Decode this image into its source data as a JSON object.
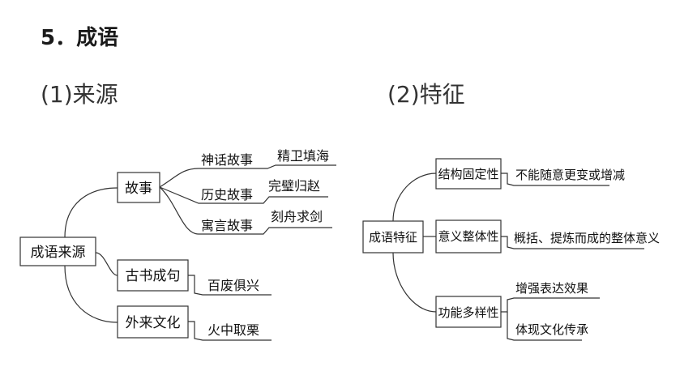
{
  "heading": "5．成语",
  "left": {
    "subtitle": "(1)来源",
    "root": "成语来源",
    "branches": [
      {
        "label": "故事",
        "children": [
          {
            "label": "神话故事",
            "leaf": "精卫填海"
          },
          {
            "label": "历史故事",
            "leaf": "完璧归赵"
          },
          {
            "label": "寓言故事",
            "leaf": "刻舟求剑"
          }
        ]
      },
      {
        "label": "古书成句",
        "leaf": "百废俱兴"
      },
      {
        "label": "外来文化",
        "leaf": "火中取栗"
      }
    ]
  },
  "right": {
    "subtitle": "(2)特征",
    "root": "成语特征",
    "branches": [
      {
        "label": "结构固定性",
        "leaves": [
          "不能随意更变或增减"
        ]
      },
      {
        "label": "意义整体性",
        "leaves": [
          "概括、提炼而成的整体意义"
        ]
      },
      {
        "label": "功能多样性",
        "leaves": [
          "增强表达效果",
          "体现文化传承"
        ]
      }
    ]
  }
}
